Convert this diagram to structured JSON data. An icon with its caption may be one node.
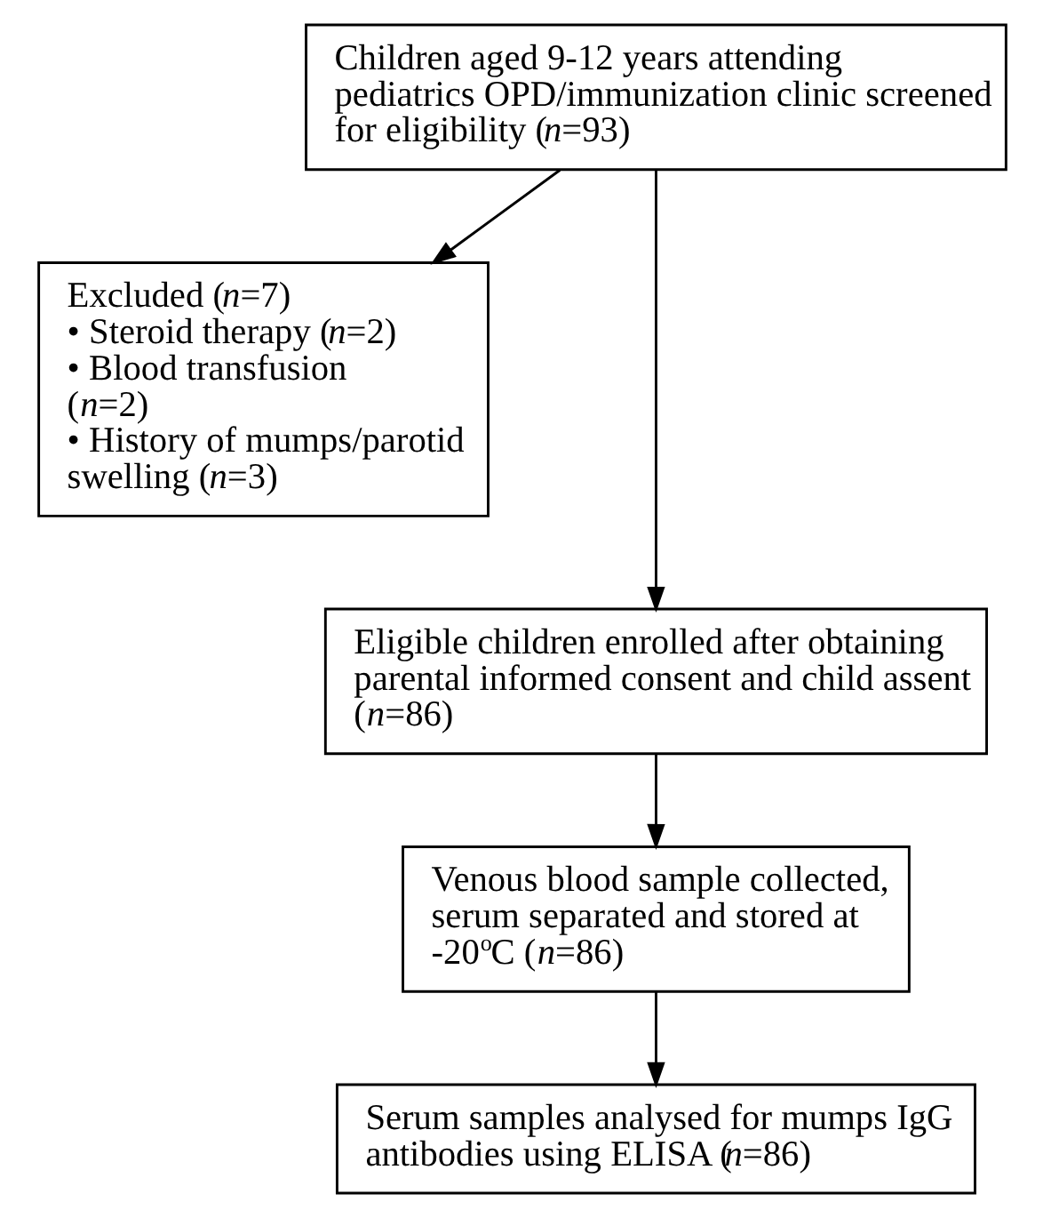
{
  "diagram": {
    "nodes": [
      {
        "text": [
          "Children aged 9-12 years attending pediatrics OPD/immunization clinic screened for eligibility (*n*=93)"
        ]
      },
      {
        "text": [
          "Excluded (*n*=7)",
          "• Steroid therapy (*n*=2)",
          "• Blood transfusion (*n*=2)",
          "• History of mumps/parotid swelling (*n*=3)"
        ]
      },
      {
        "text": [
          "Eligible children enrolled after obtaining parental informed consent and child assent (*n*=86)"
        ]
      },
      {
        "text": [
          "Venous blood sample collected, serum separated and stored at -20$^{o}$C (*n*=86)"
        ]
      },
      {
        "text": [
          "Serum samples analysed for mumps IgG antibodies using ELISA (*n*=86)"
        ]
      }
    ],
    "edges": [
      {
        "from": 0,
        "to": 2,
        "arrow": "to"
      },
      {
        "from": 0,
        "to": 1,
        "arrow": "to"
      },
      {
        "from": 2,
        "to": 3,
        "arrow": "to"
      },
      {
        "from": 3,
        "to": 4,
        "arrow": "to"
      }
    ]
  }
}
